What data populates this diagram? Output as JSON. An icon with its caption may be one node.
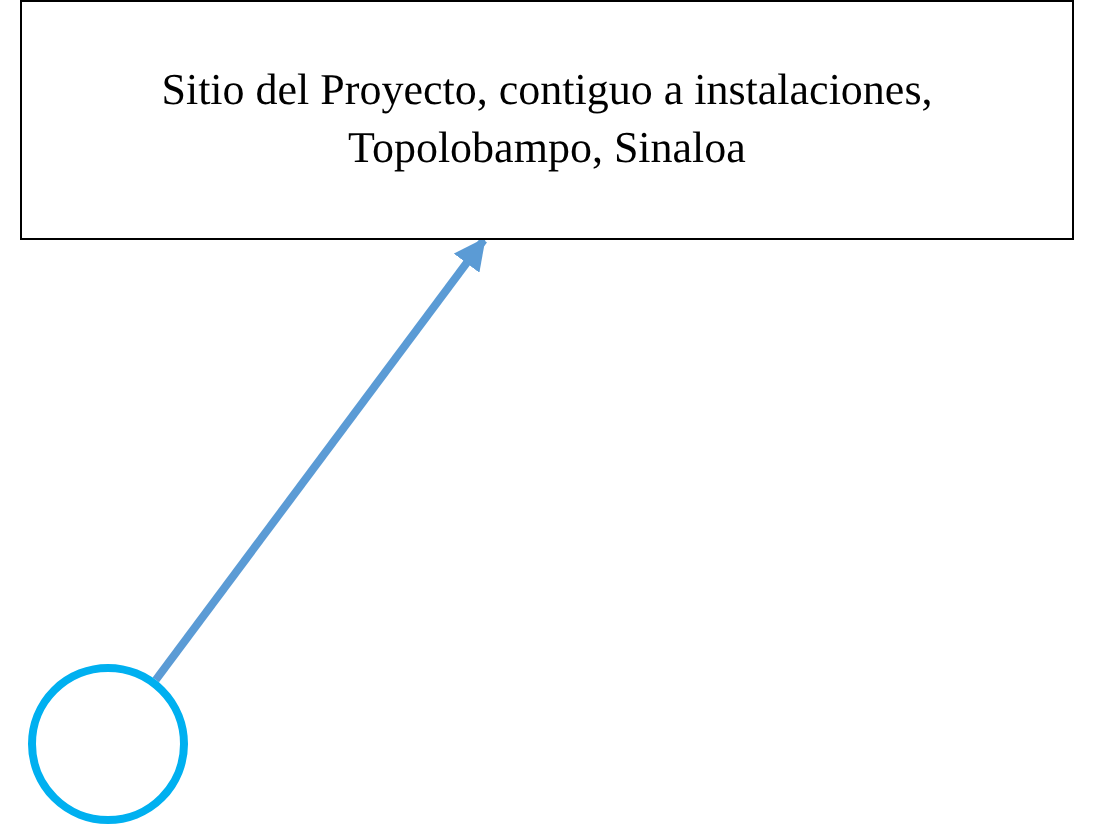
{
  "diagram": {
    "nodes": [
      {
        "text": [
          "Sitio del Proyecto, contiguo a instalaciones, Topolobampo, Sinaloa"
        ]
      },
      {
        "text": [],
        "shape": "circle"
      }
    ],
    "edges": [
      {
        "from": 1,
        "to": 0,
        "arrow": "to",
        "color": "#5b9bd5"
      }
    ]
  }
}
